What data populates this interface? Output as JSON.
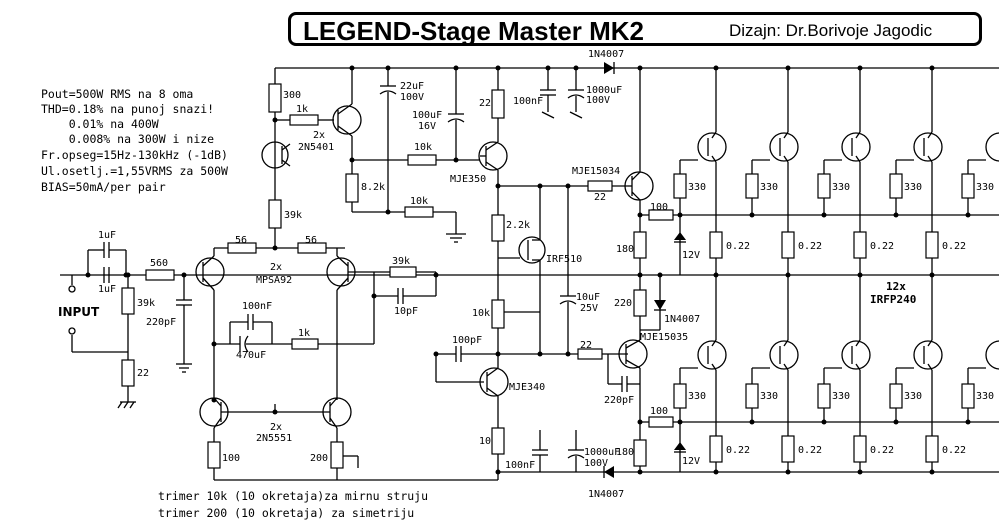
{
  "title": "LEGEND-Stage Master MK2",
  "author": "Dizajn: Dr.Borivoje Jagodic",
  "specs": [
    "Pout=500W RMS na 8 oma",
    "THD=0.18% na punoj snazi!",
    "    0.01% na 400W",
    "    0.008% na 300W i nize",
    "Fr.opseg=15Hz-130kHz (-1dB)",
    "Ul.osetlj.=1,55VRMS za 500W",
    "BIAS=50mA/per pair"
  ],
  "notes": [
    "trimer 10k (10 okretaja)za mirnu struju",
    "trimer 200 (10 okretaja) za simetriju"
  ],
  "input_label": "INPUT",
  "components": {
    "r300": "300",
    "r1k_top": "1k",
    "q_2n5401": "2x\n2N5401",
    "r8k2": "8.2k",
    "r39k_left": "39k",
    "r10k_a": "10k",
    "r10k_b": "10k",
    "c22u": "22uF\n100V",
    "c100u16": "100uF\n16V",
    "r22_top": "22",
    "q_mje350": "MJE350",
    "c100n_top": "100nF",
    "c1000u_top": "1000uF\n100V",
    "d_top": "1N4007",
    "q_mje15034": "MJE15034",
    "r22_drv": "22",
    "r2k2": "2.2k",
    "q_irf510": "IRF510",
    "c1u": "1uF",
    "c1u_b": "1uF",
    "r560": "560",
    "r56a": "56",
    "r56b": "56",
    "q_mpsa92": "2x\nMPSA92",
    "r39k_fb": "39k",
    "c10p": "10pF",
    "r39k_in": "39k",
    "c220p": "220pF",
    "r22_gnd": "22",
    "c100n_mid": "100nF",
    "c470u": "470uF",
    "r1k_mid": "1k",
    "c100p": "100pF",
    "r10k_trim": "10k",
    "c10u": "10uF\n25V",
    "q_mje340": "MJE340",
    "r22_low": "22",
    "q_mje15035": "MJE15035",
    "c220p_b": "220pF",
    "q_2n5551": "2x\n2N5551",
    "r100": "100",
    "r200": "200",
    "r10_low": "10",
    "c100n_low": "100nF",
    "c1000u_low": "1000uF\n100V",
    "d_low": "1N4007",
    "r180a": "180",
    "r100a": "100",
    "z12a": "12V",
    "r220": "220",
    "d_mid": "1N4007",
    "r180b": "180",
    "r100b": "100",
    "z12b": "12V",
    "out_count": "12x",
    "out_type": "IRFP240",
    "r330": "330",
    "r022": "0.22"
  }
}
